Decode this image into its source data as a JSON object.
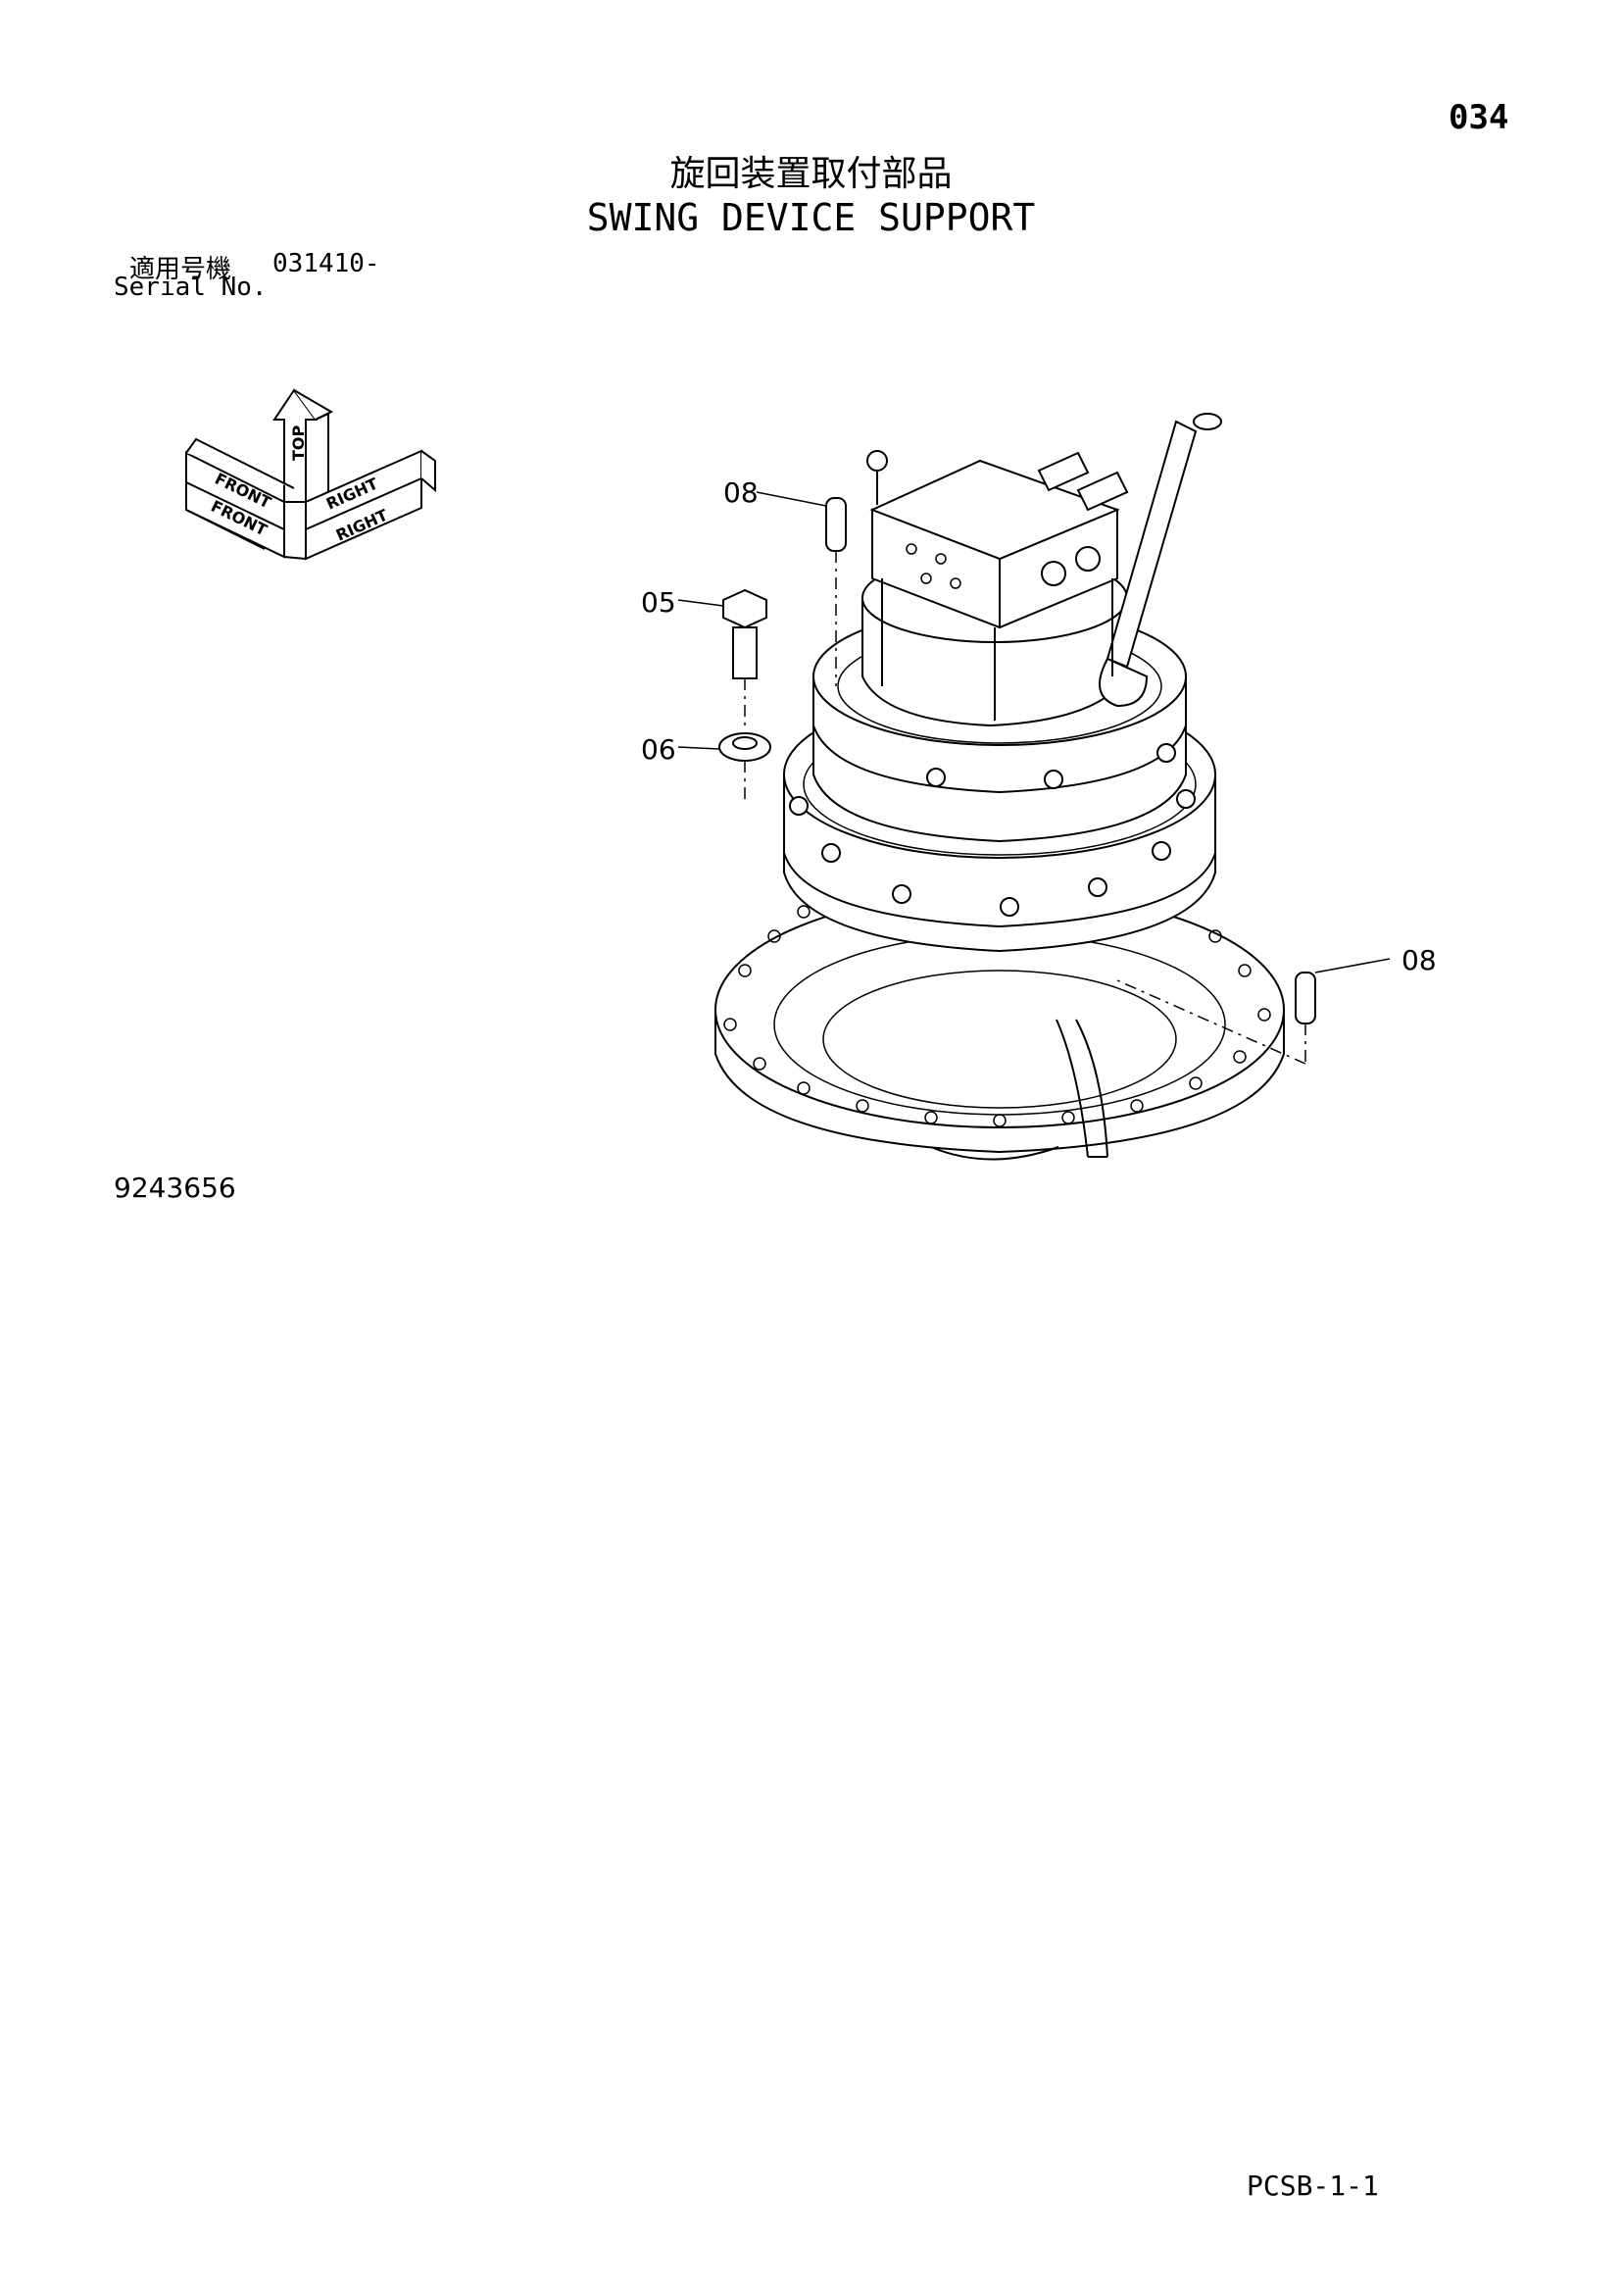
{
  "header": {
    "page_number": "034",
    "title_jp": "旋回装置取付部品",
    "title_en": "SWING DEVICE SUPPORT"
  },
  "serial": {
    "label_jp": "適用号機",
    "value": "031410-",
    "label_en": "Serial No."
  },
  "orientation_indicator": {
    "top": "TOP",
    "front": "FRONT",
    "right": "RIGHT"
  },
  "callouts": [
    {
      "id": "08",
      "part": "upper pin"
    },
    {
      "id": "05",
      "part": "bolt"
    },
    {
      "id": "06",
      "part": "washer"
    },
    {
      "id": "08",
      "part": "lower pin"
    }
  ],
  "footer": {
    "drawing_number": "9243656",
    "sheet_code": "PCSB-1-1"
  }
}
